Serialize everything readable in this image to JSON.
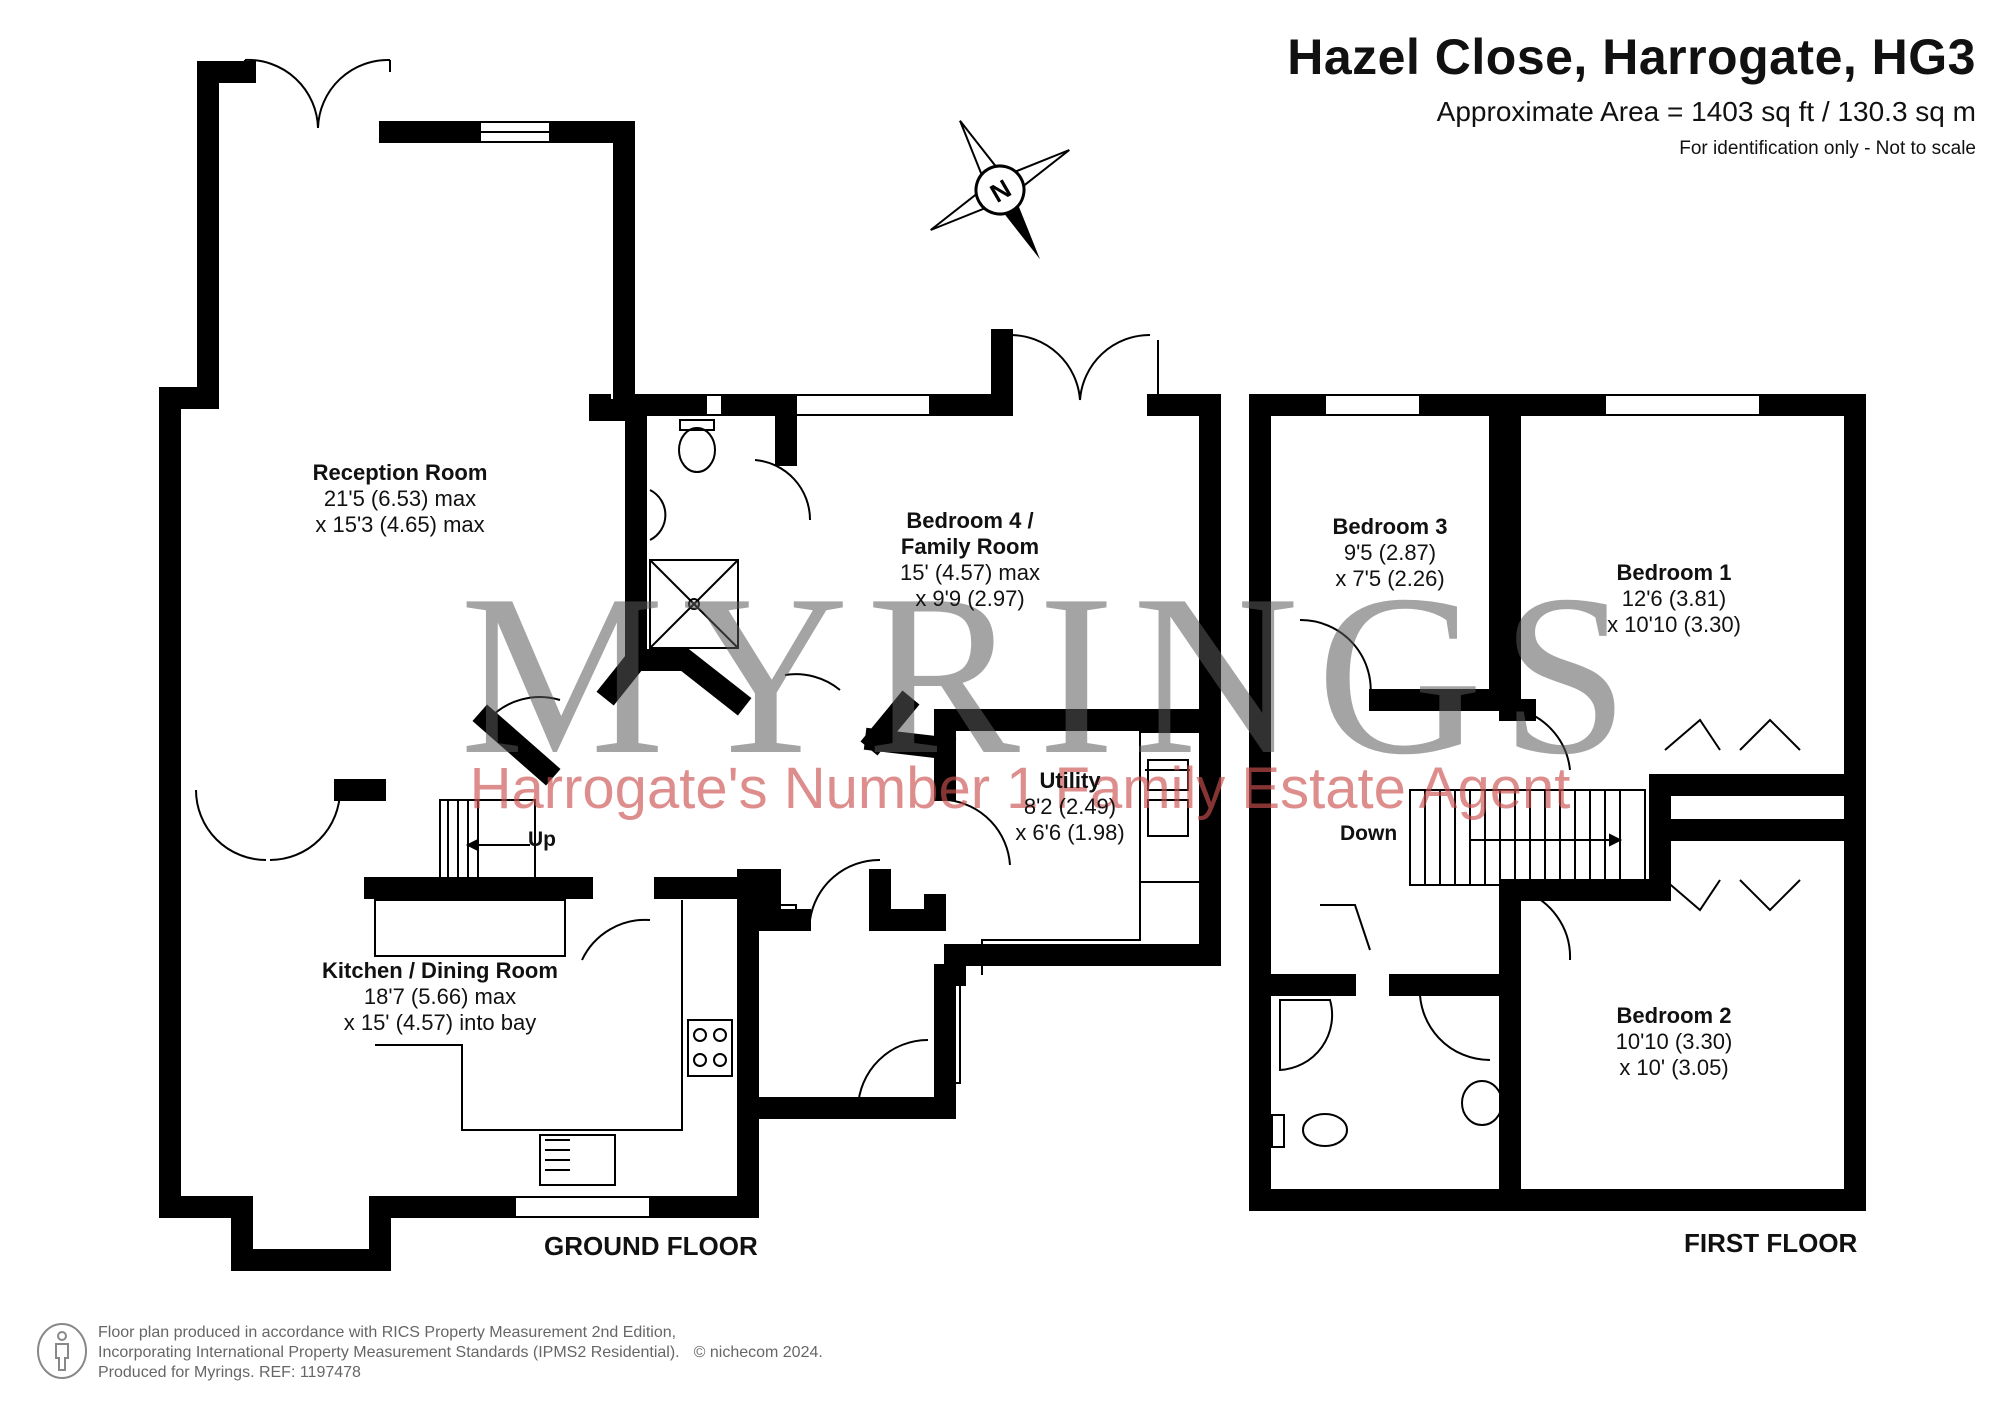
{
  "header": {
    "title": "Hazel Close, Harrogate, HG3",
    "area": "Approximate Area = 1403 sq ft / 130.3 sq m",
    "disclaimer": "For identification only - Not to scale"
  },
  "compass": {
    "letter": "N"
  },
  "watermark": {
    "brand": "MYRINGS",
    "tagline": "Harrogate's Number 1 Family Estate Agent"
  },
  "ground_floor": {
    "label": "GROUND FLOOR",
    "stairs_label": "Up",
    "rooms": {
      "reception": {
        "name": "Reception Room",
        "dim1": "21'5 (6.53) max",
        "dim2": "x 15'3 (4.65) max"
      },
      "bedroom4": {
        "name1": "Bedroom 4 /",
        "name2": "Family Room",
        "dim1": "15' (4.57) max",
        "dim2": "x 9'9 (2.97)"
      },
      "utility": {
        "name": "Utility",
        "dim1": "8'2 (2.49)",
        "dim2": "x 6'6 (1.98)"
      },
      "kitchen": {
        "name": "Kitchen / Dining Room",
        "dim1": "18'7 (5.66) max",
        "dim2": "x 15' (4.57) into bay"
      }
    }
  },
  "first_floor": {
    "label": "FIRST FLOOR",
    "stairs_label": "Down",
    "rooms": {
      "bedroom3": {
        "name": "Bedroom 3",
        "dim1": "9'5 (2.87)",
        "dim2": "x 7'5 (2.26)"
      },
      "bedroom1": {
        "name": "Bedroom 1",
        "dim1": "12'6 (3.81)",
        "dim2": "x 10'10 (3.30)"
      },
      "bedroom2": {
        "name": "Bedroom 2",
        "dim1": "10'10 (3.30)",
        "dim2": "x 10' (3.05)"
      }
    }
  },
  "footer": {
    "line1": "Floor plan produced in accordance with RICS Property Measurement 2nd Edition,",
    "line2": "Incorporating International Property Measurement Standards (IPMS2 Residential).",
    "copyright": "© nichecom 2024.",
    "line3": "Produced for Myrings.   REF: 1197478"
  },
  "colors": {
    "wall": "#000000",
    "watermark": "#5a5a5a",
    "tagline": "#cd5050"
  }
}
